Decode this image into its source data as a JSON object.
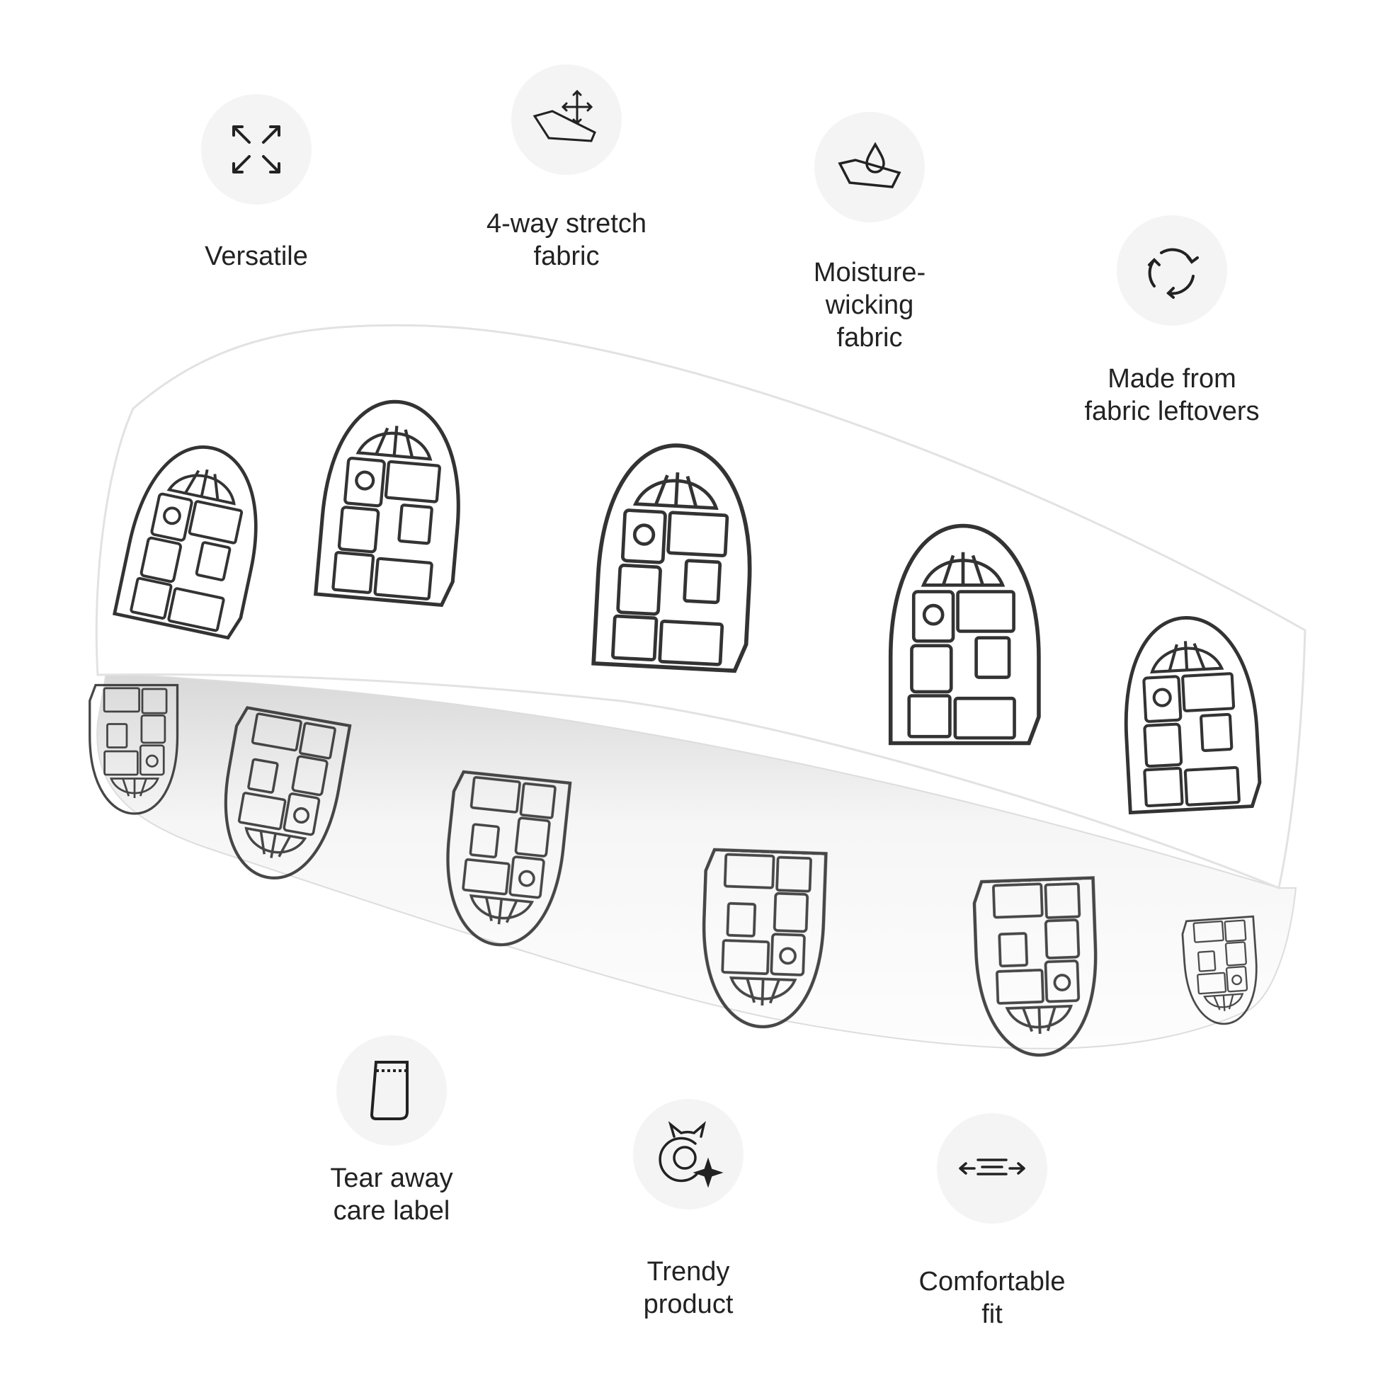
{
  "features": [
    {
      "id": "versatile",
      "icon": "expand-arrows-icon",
      "lines": [
        "Versatile"
      ]
    },
    {
      "id": "stretch",
      "icon": "four-way-stretch-icon",
      "lines": [
        "4-way stretch",
        "fabric"
      ]
    },
    {
      "id": "moisture",
      "icon": "water-drop-fabric-icon",
      "lines": [
        "Moisture-",
        "wicking",
        "fabric"
      ]
    },
    {
      "id": "leftovers",
      "icon": "recycle-icon",
      "lines": [
        "Made from",
        "fabric leftovers"
      ]
    },
    {
      "id": "care-label",
      "icon": "care-label-icon",
      "lines": [
        "Tear away",
        "care label"
      ]
    },
    {
      "id": "trendy",
      "icon": "trendy-sparkle-icon",
      "lines": [
        "Trendy",
        "product"
      ]
    },
    {
      "id": "comfortable",
      "icon": "comfortable-fit-icon",
      "lines": [
        "Comfortable",
        "fit"
      ]
    }
  ],
  "colors": {
    "icon_bg": "#f4f4f4",
    "text": "#222222",
    "band": "#ffffff",
    "print": "#333333"
  }
}
